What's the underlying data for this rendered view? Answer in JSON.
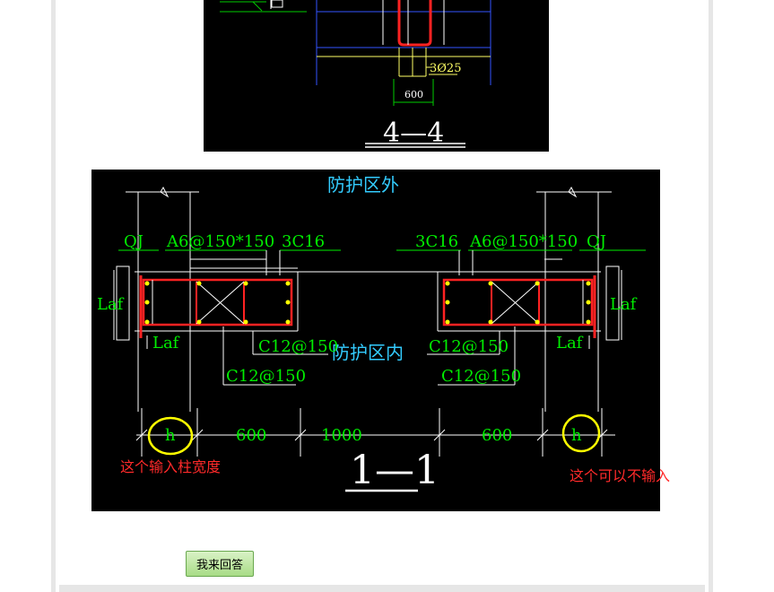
{
  "top_drawing": {
    "rebar_label": "3Ø25",
    "dimension_label": "600",
    "section_title": "4—4"
  },
  "main_drawing": {
    "title_outside": "防护区外",
    "title_inside": "防护区内",
    "left_labels": {
      "qj": "QJ",
      "stirrup": "A6@150*150",
      "rebar": "3C16",
      "laf_vertical": "Laf",
      "laf_horizontal": "Laf",
      "tie_upper": "C12@150",
      "tie_lower": "C12@150"
    },
    "right_labels": {
      "qj": "QJ",
      "stirrup": "A6@150*150",
      "rebar": "3C16",
      "laf_vertical": "Laf",
      "laf_horizontal": "Laf",
      "tie_upper": "C12@150",
      "tie_lower": "C12@150"
    },
    "dimensions": {
      "left_h": "h",
      "left_600": "600",
      "middle_1000": "1000",
      "right_600": "600",
      "right_h": "h"
    },
    "section_title": "1—1"
  },
  "annotations": {
    "left_note": "这个输入柱宽度",
    "right_note": "这个可以不输入"
  },
  "answer_button": {
    "label": "我来回答"
  }
}
